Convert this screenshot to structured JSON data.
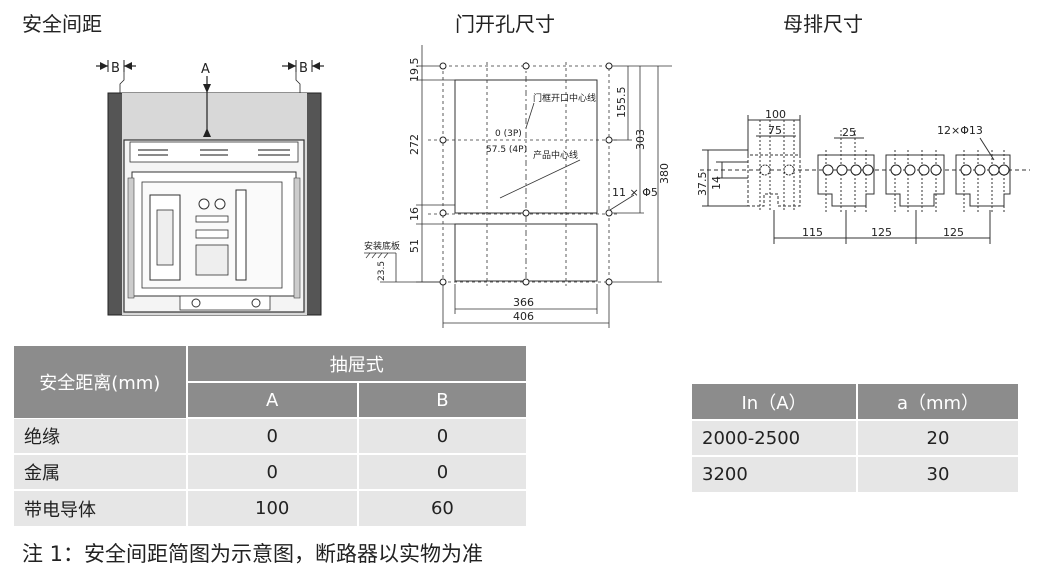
{
  "titles": {
    "safety": "安全间距",
    "door": "门开孔尺寸",
    "busbar": "母排尺寸"
  },
  "safety_diagram": {
    "label_a": "A",
    "label_b_left": "B",
    "label_b_right": "B"
  },
  "door_diagram": {
    "dims": {
      "top_gap": "19.5",
      "height_272": "272",
      "gap_16": "16",
      "height_51": "51",
      "right_155": "155.5",
      "right_303": "303",
      "right_380": "380",
      "width_366": "366",
      "width_406": "406",
      "hole_spec": "11 × Φ5",
      "plate_offset": "23.5"
    },
    "notes": {
      "frame_center": "门框开口中心线",
      "offset_3p": "0 (3P)",
      "offset_4p": "57.5 (4P)",
      "product_center": "产品中心线",
      "mount_plate": "安装底板"
    }
  },
  "busbar_diagram": {
    "dims": {
      "w100": "100",
      "w75": "75",
      "w25": "25",
      "holes": "12×Φ13",
      "h37": "37.5",
      "h14": "14",
      "p115": "115",
      "p125a": "125",
      "p125b": "125"
    }
  },
  "safety_table": {
    "col_header": "安全距离(mm)",
    "group_header": "抽屉式",
    "sub_headers": [
      "A",
      "B"
    ],
    "rows": [
      {
        "label": "绝缘",
        "a": "0",
        "b": "0"
      },
      {
        "label": "金属",
        "a": "0",
        "b": "0"
      },
      {
        "label": "带电导体",
        "a": "100",
        "b": "60"
      }
    ]
  },
  "current_table": {
    "headers": [
      "In（A）",
      "a（mm）"
    ],
    "rows": [
      {
        "in": "2000-2500",
        "a": "20"
      },
      {
        "in": "3200",
        "a": "30"
      }
    ]
  },
  "footnote": "注 1：安全间距简图为示意图，断路器以实物为准",
  "colors": {
    "header_bg": "#8c8c8c",
    "row_bg": "#e6e6e6",
    "drawing_line": "#333333"
  }
}
